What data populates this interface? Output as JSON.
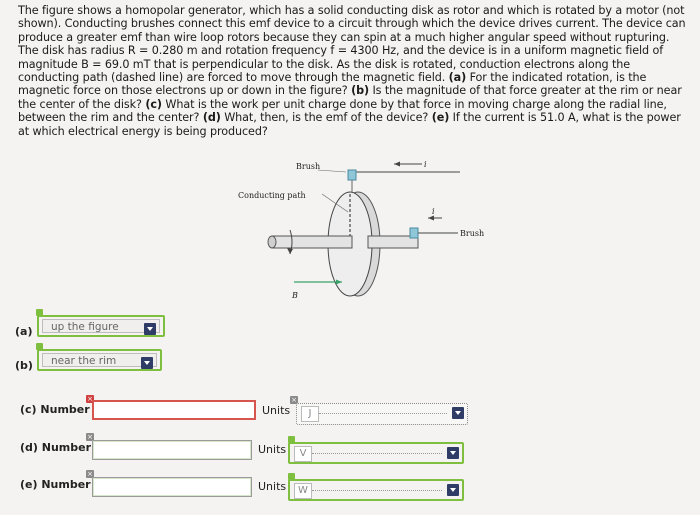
{
  "problem": {
    "p1": "The figure shows a homopolar generator, which has a solid conducting disk as rotor and which is rotated by a motor (not shown). Conducting brushes connect this emf device to a circuit through which the device drives current. The device can produce a greater emf than wire loop rotors because they can spin at a much higher angular speed without rupturing. The disk has radius R = 0.280 m and rotation frequency f = 4300 Hz, and the device is in a uniform magnetic field of magnitude B = 69.0 mT that is perpendicular to the disk. As the disk is rotated, conduction electrons along the conducting path (dashed line) are forced to move through the magnetic field. ",
    "a_tag": "(a)",
    "a_text": " For the indicated rotation, is the magnetic force on those electrons up or down in the figure? ",
    "b_tag": "(b)",
    "b_text": " Is the magnitude of that force greater at the rim or near the center of the disk? ",
    "c_tag": "(c)",
    "c_text": " What is the work per unit charge done by that force in moving charge along the radial line, between the rim and the center? ",
    "d_tag": "(d)",
    "d_text": " What, then, is the emf of the device? ",
    "e_tag": "(e)",
    "e_text": " If the current is 51.0 A, what is the power at which electrical energy is being produced?"
  },
  "figure": {
    "brush_top": "Brush",
    "conducting_path": "Conducting path",
    "brush_right": "Brush",
    "current_top": "i",
    "current_right": "i",
    "field": "B"
  },
  "answers": {
    "a": {
      "label": "(a)",
      "selected": "up the figure"
    },
    "b": {
      "label": "(b)",
      "selected": "near the rim"
    },
    "c": {
      "label": "(c) Number",
      "value": "",
      "units_label": "Units",
      "unit": "J"
    },
    "d": {
      "label": "(d) Number",
      "value": "",
      "units_label": "Units",
      "unit": "V"
    },
    "e": {
      "label": "(e) Number",
      "value": "",
      "units_label": "Units",
      "unit": "W"
    }
  },
  "colors": {
    "correct": "#7fbf3f",
    "incorrect": "#d8544f",
    "caret": "#2f3d66"
  }
}
